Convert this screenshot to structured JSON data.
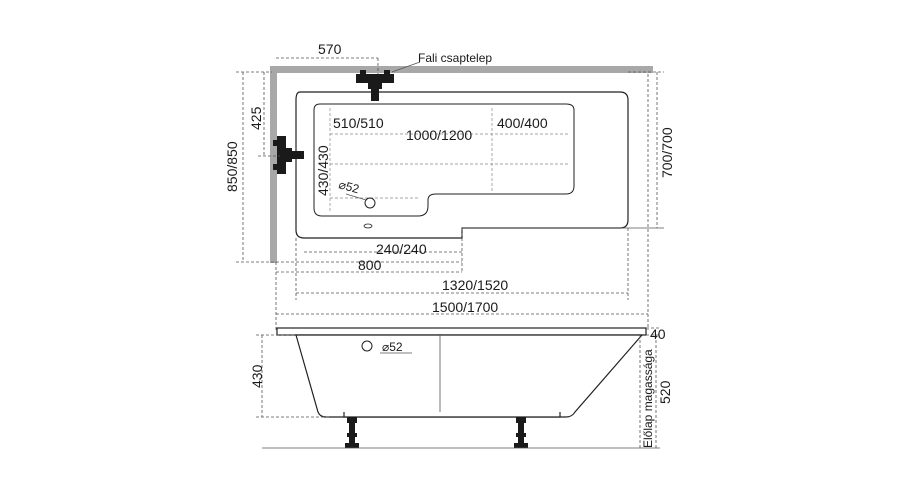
{
  "labels": {
    "wall_distance": "570",
    "faucet": "Fali csaptelep",
    "faucet_height": "425",
    "width_total": "850/850",
    "width_wide": "700/700",
    "section_left": "510/510",
    "section_mid": "1000/1200",
    "section_right": "400/400",
    "inner_depth": "430/430",
    "drain_plan": "⌀52",
    "step": "240/240",
    "step_len": "800",
    "inner_len": "1320/1520",
    "total_len": "1500/1700",
    "rim": "40",
    "drain_side": "⌀52",
    "side_height": "430",
    "front_panel": "Előlap magassága",
    "panel_height": "520"
  }
}
